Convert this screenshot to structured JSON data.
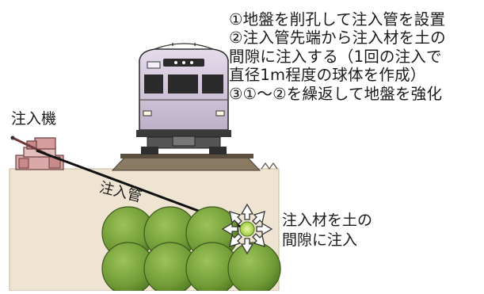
{
  "steps": [
    "①地盤を削孔して注入管を設置",
    "②注入管先端から注入材を土の",
    "間隙に注入する（1回の注入で",
    "直径1m程度の球体を作成）",
    "③①～②を繰返して地盤を強化"
  ],
  "labels": {
    "injection_machine": "注入機",
    "injection_pipe": "注入管",
    "material_line1": "注入材を土の",
    "material_line2": "間隙に注入"
  },
  "colors": {
    "ground": "#efe3d2",
    "ground_edge": "#c9b79f",
    "bulb": "#7aa340",
    "bulb_edge": "#3e5a1e",
    "train_body": "#d8cde0",
    "train_window": "#2b2b2b",
    "machine": "#d9a8a8",
    "ballast": "#8a7a63"
  },
  "icons": [
    "train-icon",
    "injection-machine-icon",
    "spray-arrows-icon"
  ]
}
